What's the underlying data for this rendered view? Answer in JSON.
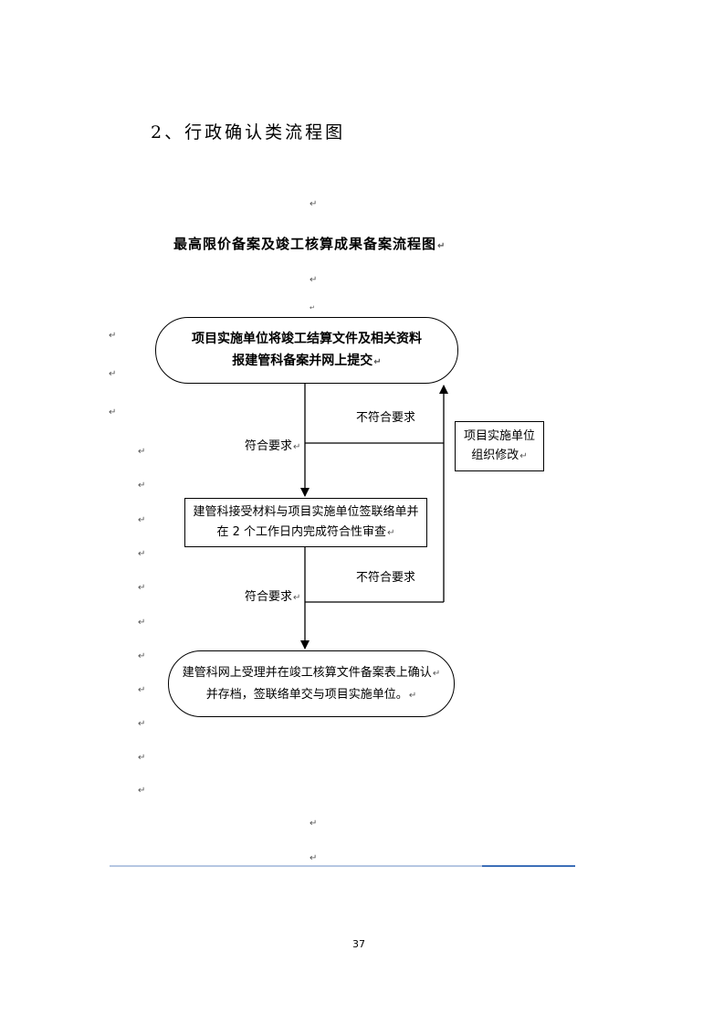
{
  "heading": "2、行政确认类流程图",
  "chart_title": "最高限价备案及竣工核算成果备案流程图",
  "paragraph_mark": "↵",
  "flow": {
    "step1": {
      "line1": "项目实施单位将竣工结算文件及相关资料",
      "line2": "报建管科备案并网上提交"
    },
    "step2": {
      "line1": "建管科接受材料与项目实施单位签联络单并",
      "line2": "在 2 个工作日内完成符合性审查"
    },
    "step3": {
      "line1": "建管科网上受理并在竣工核算文件备案表上确认",
      "line2": "并存档，签联络单交与项目实施单位。"
    },
    "rework": {
      "line1": "项目实施单位",
      "line2": "组织修改"
    },
    "labels": {
      "nonconform1": "不符合要求",
      "conform1": "符合要求",
      "nonconform2": "不符合要求",
      "conform2": "符合要求"
    }
  },
  "page_number": "37"
}
